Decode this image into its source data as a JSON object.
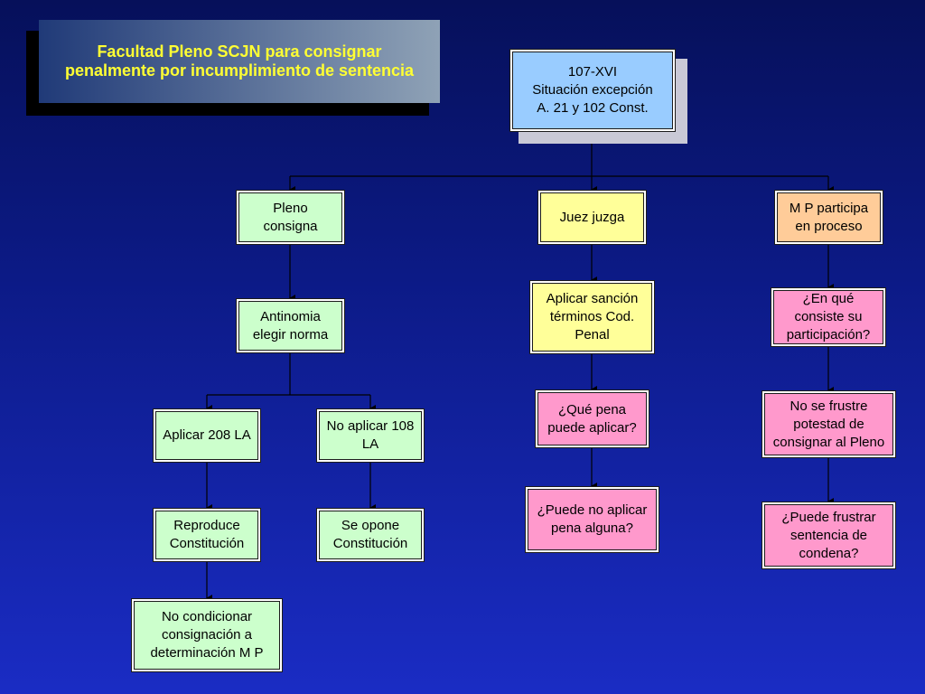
{
  "title": "Facultad Pleno SCJN para consignar\npenalmente por incumplimiento de sentencia",
  "root": "107-XVI\nSituación excepción\nA.  21 y 102 Const.",
  "left": {
    "pleno": "Pleno\nconsigna",
    "antinomia": "Antinomia\nelegir norma",
    "aplicar208": "Aplicar 208 LA",
    "noaplicar108": "No aplicar 108\nLA",
    "reproduce": "Reproduce\nConstitución",
    "seopone": "Se opone\nConstitución",
    "nocondicionar": "No condicionar\nconsignación a\ndeterminación M P"
  },
  "middle": {
    "juez": "Juez juzga",
    "aplicarsancion": "Aplicar sanción\ntérminos Cod.\nPenal",
    "quepena": "¿Qué pena\npuede aplicar?",
    "puedeno": "¿Puede no aplicar\npena alguna?"
  },
  "right": {
    "mp": "M P participa\nen proceso",
    "enque": "¿En qué\nconsiste su\nparticipación?",
    "nosefrustre": "No se frustre\npotestad de\nconsignar al Pleno",
    "puedefrustrar": "¿Puede frustrar\nsentencia de\ncondena?"
  },
  "colors": {
    "green": "#ccffcc",
    "yellow": "#ffff99",
    "orange": "#ffcc99",
    "pink": "#ff99cc",
    "blue": "#99ccff",
    "title_text": "#ffff33"
  }
}
